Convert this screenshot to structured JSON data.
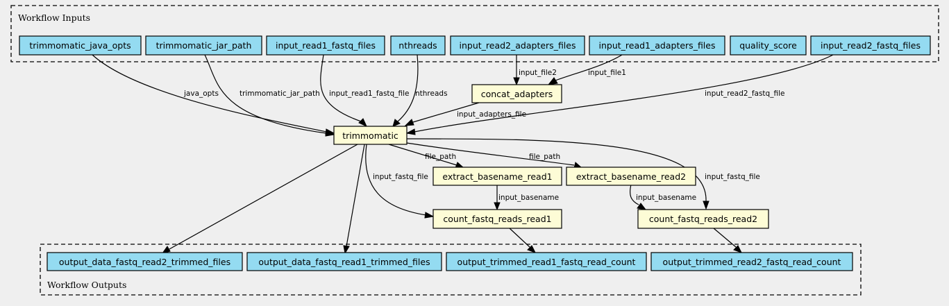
{
  "clusters": {
    "inputs": {
      "label": "Workflow Inputs"
    },
    "outputs": {
      "label": "Workflow Outputs"
    }
  },
  "nodes": {
    "trimmomatic_java_opts": "trimmomatic_java_opts",
    "trimmomatic_jar_path": "trimmomatic_jar_path",
    "input_read1_fastq_files": "input_read1_fastq_files",
    "nthreads": "nthreads",
    "input_read2_adapters_files": "input_read2_adapters_files",
    "input_read1_adapters_files": "input_read1_adapters_files",
    "quality_score": "quality_score",
    "input_read2_fastq_files": "input_read2_fastq_files",
    "concat_adapters": "concat_adapters",
    "trimmomatic": "trimmomatic",
    "extract_basename_read1": "extract_basename_read1",
    "extract_basename_read2": "extract_basename_read2",
    "count_fastq_reads_read1": "count_fastq_reads_read1",
    "count_fastq_reads_read2": "count_fastq_reads_read2",
    "output_data_fastq_read2_trimmed_files": "output_data_fastq_read2_trimmed_files",
    "output_data_fastq_read1_trimmed_files": "output_data_fastq_read1_trimmed_files",
    "output_trimmed_read1_fastq_read_count": "output_trimmed_read1_fastq_read_count",
    "output_trimmed_read2_fastq_read_count": "output_trimmed_read2_fastq_read_count"
  },
  "edges": {
    "java_opts": "java_opts",
    "trimmomatic_jar_path": "trimmomatic_jar_path",
    "input_read1_fastq_file": "input_read1_fastq_file",
    "nthreads": "nthreads",
    "input_file2": "input_file2",
    "input_file1": "input_file1",
    "input_read2_fastq_file": "input_read2_fastq_file",
    "input_adapters_file": "input_adapters_file",
    "file_path_1": "file_path",
    "file_path_2": "file_path",
    "input_fastq_file_1": "input_fastq_file",
    "input_fastq_file_2": "input_fastq_file",
    "input_basename_1": "input_basename",
    "input_basename_2": "input_basename"
  }
}
